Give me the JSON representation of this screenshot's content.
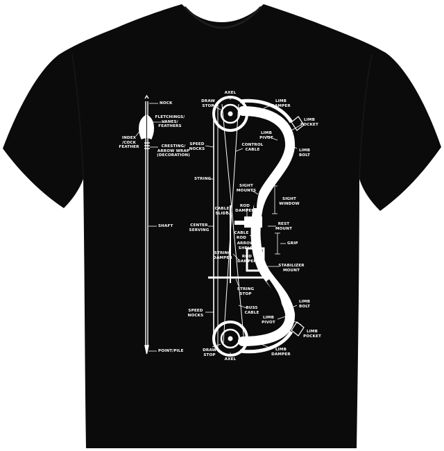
{
  "shirt": {
    "color": "#0b0b0c",
    "print_color": "#ffffff",
    "background": "#ffffff"
  },
  "arrow_labels": {
    "nock": "NOCK",
    "fletchings": "FLETCHINGS/\nVANES/\nFEATHERS",
    "index_cock": "INDEX\n/COCK\nFEATHER",
    "cresting": "CRESTING/\nARROW WRAP\n(DECORATION)",
    "shaft": "SHAFT",
    "point": "POINT/PILE"
  },
  "bow_labels": {
    "axel_top": "AXEL",
    "draw_stop_top": "DRAW\nSTOP",
    "limb_damper_top": "LIMB\nDAMPER",
    "limb_pocket_top": "LIMB\nPOCKET",
    "limb_pivot_top": "LIMB\nPIVOT",
    "limb_bolt_top": "LIMB\nBOLT",
    "speed_nocks_top": "SPEED\nNOCKS",
    "control_cable": "CONTROL\nCABLE",
    "string": "STRING",
    "sight_mounts": "SIGHT\nMOUNTS",
    "sight_window": "SIGHT\nWINDOW",
    "cable_slide": "CABLE\nSLIDE",
    "rod_damper_top": "ROD\nDAMPER",
    "rest_mount": "REST\nMOUNT",
    "center_serving": "CENTER\nSERVING",
    "cable_rod": "CABLE\nROD",
    "arrow_shelf": "ARROW\nSHELF",
    "grip": "GRIP",
    "string_damper": "STRING\nDAMPER",
    "rod_damper_bottom": "ROD\nDAMPER",
    "stabilizer_mount": "STABILIZER\nMOUNT",
    "string_stop": "STRING\nSTOP",
    "buss_cable": "BUSS\nCABLE",
    "speed_nocks_bottom": "SPEED\nNOCKS",
    "limb_bolt_bottom": "LIMB\nBOLT",
    "limb_pivot_bottom": "LIMB\nPIVOT",
    "limb_pocket_bottom": "LIMB\nPOCKET",
    "draw_stop_bottom": "DRAW\nSTOP",
    "axel_bottom": "AXEL",
    "limb_damper_bottom": "LIMB\nDAMPER"
  }
}
